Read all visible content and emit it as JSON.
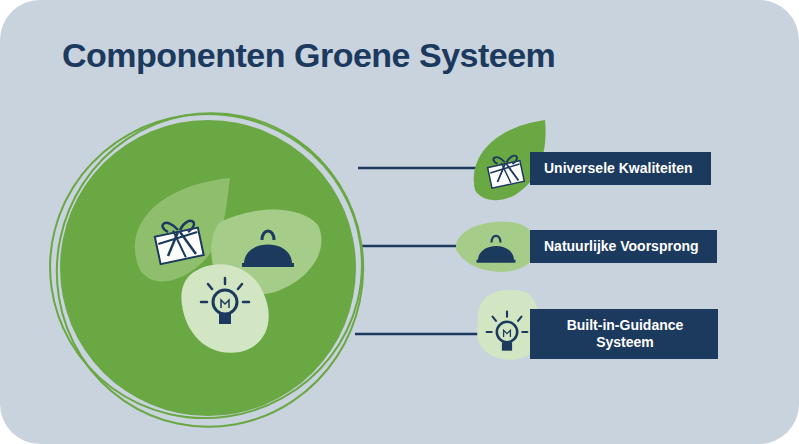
{
  "diagram": {
    "title": "Componenten Groene Systeem",
    "nodes": [
      {
        "text": [
          "Universele Kwaliteiten"
        ]
      },
      {
        "text": [
          "Natuurlijke Voorsprong"
        ]
      },
      {
        "text": [
          "Built-in-Guidance Systeem"
        ]
      }
    ]
  }
}
